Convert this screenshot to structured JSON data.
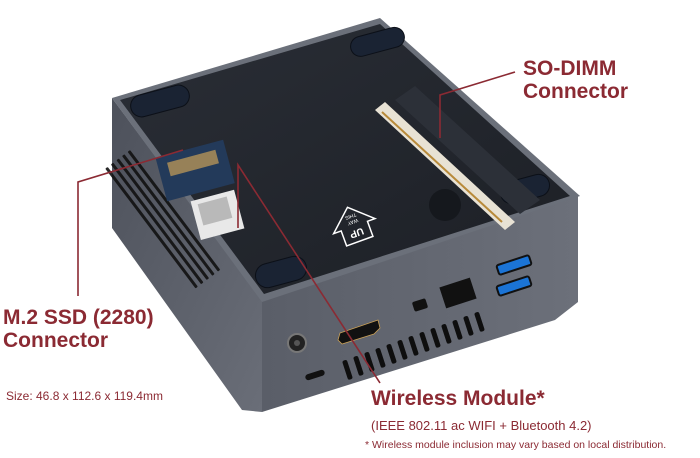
{
  "labels": {
    "sodimm": {
      "line1": "SO-DIMM",
      "line2": "Connector"
    },
    "m2_ssd": {
      "line1": "M.2 SSD (2280)",
      "line2": "Connector"
    },
    "wireless": {
      "title": "Wireless Module*",
      "spec": "(IEEE 802.11 ac WIFI + Bluetooth 4.2)",
      "footnote": "* Wireless module inclusion may vary based on local distribution."
    }
  },
  "size_text": "Size: 46.8 x 112.6 x 119.4mm",
  "device": {
    "up_arrow_text": "UP",
    "up_arrow_subtext_1": "THIS",
    "up_arrow_subtext_2": "WAY",
    "ports": [
      "power-jack",
      "hdmi",
      "mini-displayport",
      "ethernet",
      "usb3",
      "usb3",
      "kensington-lock"
    ]
  },
  "colors": {
    "accent": "#8b2a33",
    "chassis_side": "#585c66",
    "chassis_top": "#1f2229",
    "usb_blue": "#1b74d6"
  }
}
